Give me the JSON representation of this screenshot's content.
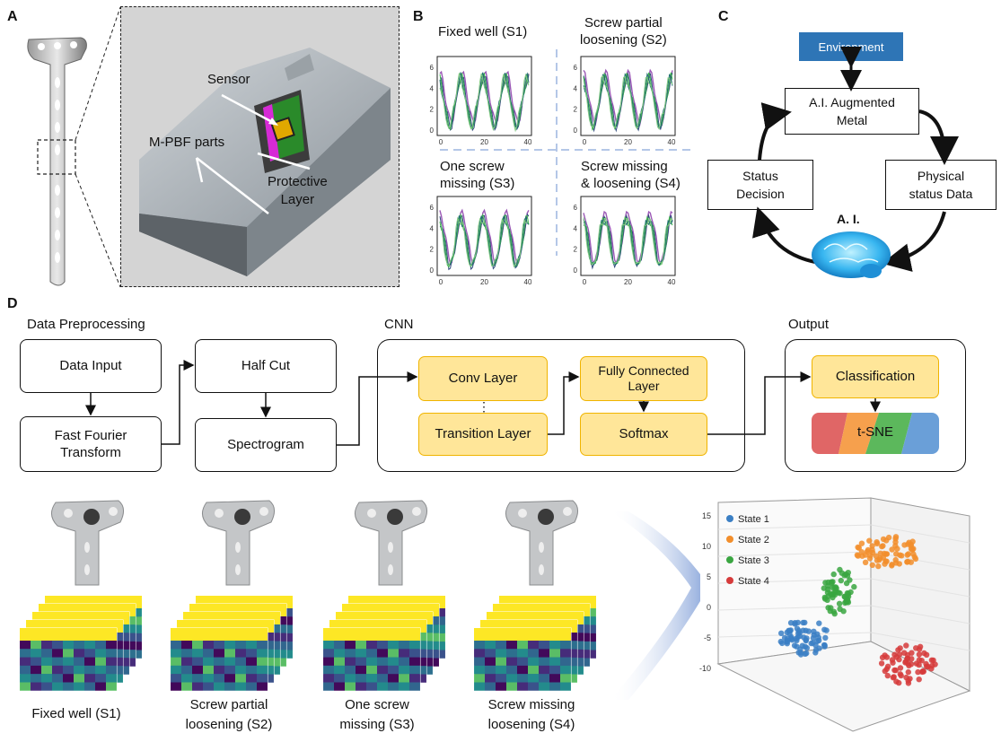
{
  "panels": {
    "a": "A",
    "b": "B",
    "c": "C",
    "d": "D"
  },
  "panel_a": {
    "sensor_label": "Sensor",
    "parts_label": "M-PBF parts",
    "protective_line1": "Protective",
    "protective_line2": "Layer"
  },
  "panel_b": {
    "titles": [
      [
        "Fixed well (S1)"
      ],
      [
        "Screw partial",
        "loosening (S2)"
      ],
      [
        "One screw",
        "missing (S3)"
      ],
      [
        "Screw missing",
        "& loosening (S4)"
      ]
    ],
    "y_ticks": [
      "6",
      "4",
      "2",
      "0"
    ],
    "x_ticks": [
      "0",
      "20",
      "40"
    ]
  },
  "panel_c": {
    "environment": "Environment",
    "aug_metal_line1": "A.I. Augmented",
    "aug_metal_line2": "Metal",
    "status_line1": "Status",
    "status_line2": "Decision",
    "physical_line1": "Physical",
    "physical_line2": "status Data",
    "ai_label": "A. I."
  },
  "panel_d": {
    "sections": {
      "preprocessing": "Data Preprocessing",
      "cnn": "CNN",
      "output": "Output"
    },
    "nodes": {
      "data_input": "Data Input",
      "fft_line1": "Fast Fourier",
      "fft_line2": "Transform",
      "half_cut": "Half Cut",
      "spectrogram": "Spectrogram",
      "conv": "Conv Layer",
      "dots": "⋮",
      "transition": "Transition Layer",
      "fc_line1": "Fully Connected",
      "fc_line2": "Layer",
      "softmax": "Softmax",
      "classification": "Classification",
      "tsne": "t-SNE"
    },
    "tsne_colors": [
      "#e06666",
      "#f6a04d",
      "#5cb85c",
      "#6a9fd8"
    ],
    "captions": [
      [
        "Fixed well (S1)"
      ],
      [
        "Screw partial",
        "loosening (S2)"
      ],
      [
        "One screw",
        "missing (S3)"
      ],
      [
        "Screw missing",
        "loosening (S4)"
      ]
    ],
    "legend": [
      "State 1",
      "State 2",
      "State 3",
      "State 4"
    ],
    "legend_colors": [
      "#3b7fc4",
      "#f28e2b",
      "#3aa641",
      "#d63b3b"
    ],
    "axis_ticks": [
      "15",
      "10",
      "5",
      "0",
      "-5",
      "-10"
    ]
  }
}
